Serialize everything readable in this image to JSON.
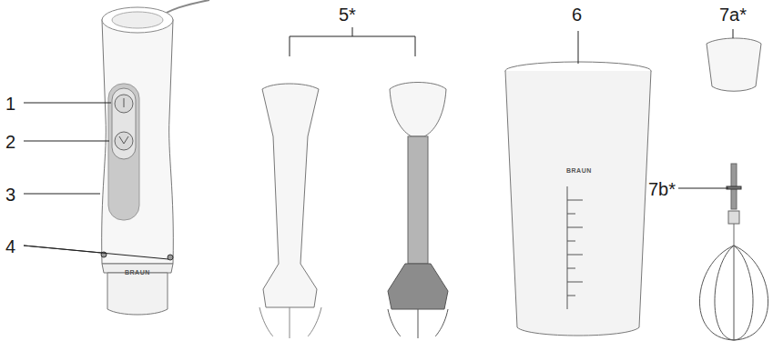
{
  "diagram": {
    "labels": [
      "1",
      "2",
      "3",
      "4",
      "5*",
      "6",
      "7a*",
      "7b*",
      "BRAUN",
      "BRAUN"
    ]
  }
}
